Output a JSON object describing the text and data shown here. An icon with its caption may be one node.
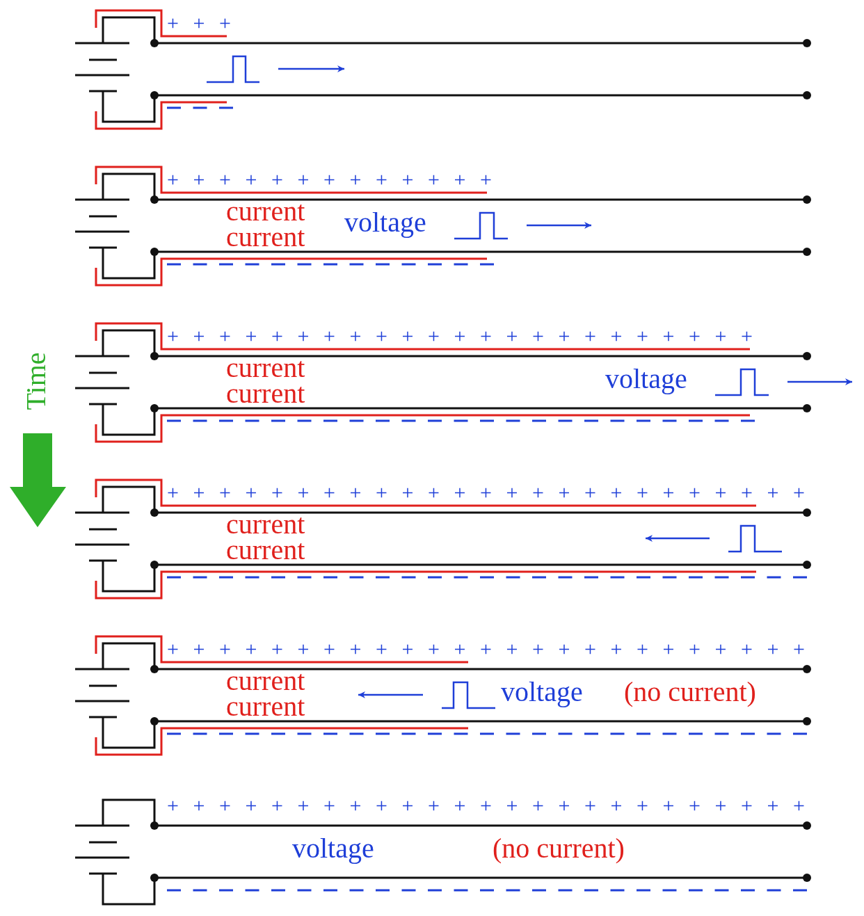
{
  "diagram": {
    "labels": [
      "+ + +",
      "+ + + + + + + + + + + + +",
      "current",
      "voltage",
      "current",
      "+ + + + + + + + + + + + + + + + + + + + + + +",
      "current",
      "voltage",
      "current",
      "Time",
      "+ + + + + + + + + + + + + + + + + + + + + + + + +",
      "current",
      "current",
      "+ + + + + + + + + + + + + + + + + + + + + + + + +",
      "current",
      "voltage",
      "(no current)",
      "current",
      "+ + + + + + + + + + + + + + + + + + + + + + + + +",
      "voltage",
      "(no current)"
    ]
  }
}
